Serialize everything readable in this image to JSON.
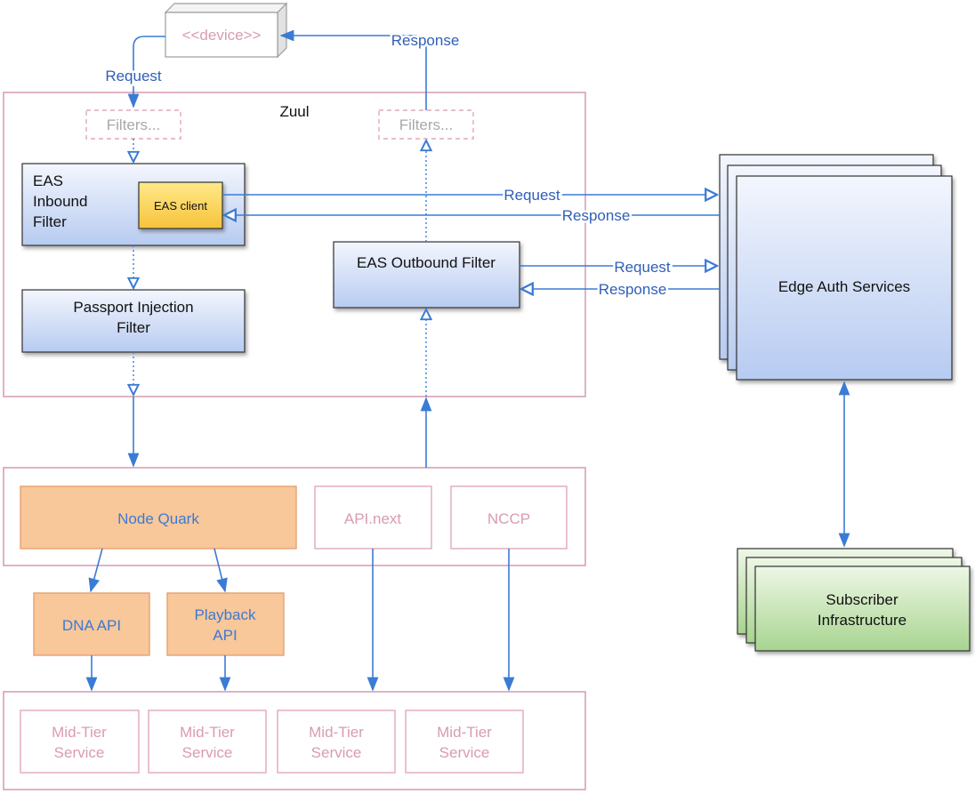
{
  "device": {
    "label": "<<device>>"
  },
  "zuul": {
    "label": "Zuul"
  },
  "filters": {
    "inbound_placeholder": "Filters...",
    "outbound_placeholder": "Filters..."
  },
  "eas_inbound": {
    "line1": "EAS",
    "line2": "Inbound",
    "line3": "Filter",
    "client": "EAS client"
  },
  "passport": {
    "line1": "Passport Injection",
    "line2": "Filter"
  },
  "eas_outbound": {
    "label": "EAS Outbound Filter"
  },
  "edge_auth": {
    "label": "Edge Auth Services"
  },
  "subscriber": {
    "line1": "Subscriber",
    "line2": "Infrastructure"
  },
  "origins": {
    "node_quark": "Node Quark",
    "api_next": "API.next",
    "nccp": "NCCP"
  },
  "apis": {
    "dna": "DNA API",
    "playback_line1": "Playback",
    "playback_line2": "API"
  },
  "midtier": [
    {
      "line1": "Mid-Tier",
      "line2": "Service"
    },
    {
      "line1": "Mid-Tier",
      "line2": "Service"
    },
    {
      "line1": "Mid-Tier",
      "line2": "Service"
    },
    {
      "line1": "Mid-Tier",
      "line2": "Service"
    }
  ],
  "arrows": {
    "device_request": "Request",
    "device_response": "Response",
    "client_request": "Request",
    "client_response": "Response",
    "outbound_request": "Request",
    "outbound_response": "Response"
  },
  "colors": {
    "pink_border": "#d9a0b4",
    "pink_text": "#c98aa0",
    "arrow_blue": "#3a7bd5",
    "label_blue": "#2f5fb8",
    "blue_fill_top": "#f1f5fd",
    "blue_fill_bottom": "#b9cdf2",
    "orange_fill": "#f8c79a",
    "orange_border": "#e7a171",
    "green_top": "#e9f5df",
    "green_bottom": "#a9d593",
    "yellow_top": "#ffe680",
    "yellow_bottom": "#f7c33b"
  }
}
